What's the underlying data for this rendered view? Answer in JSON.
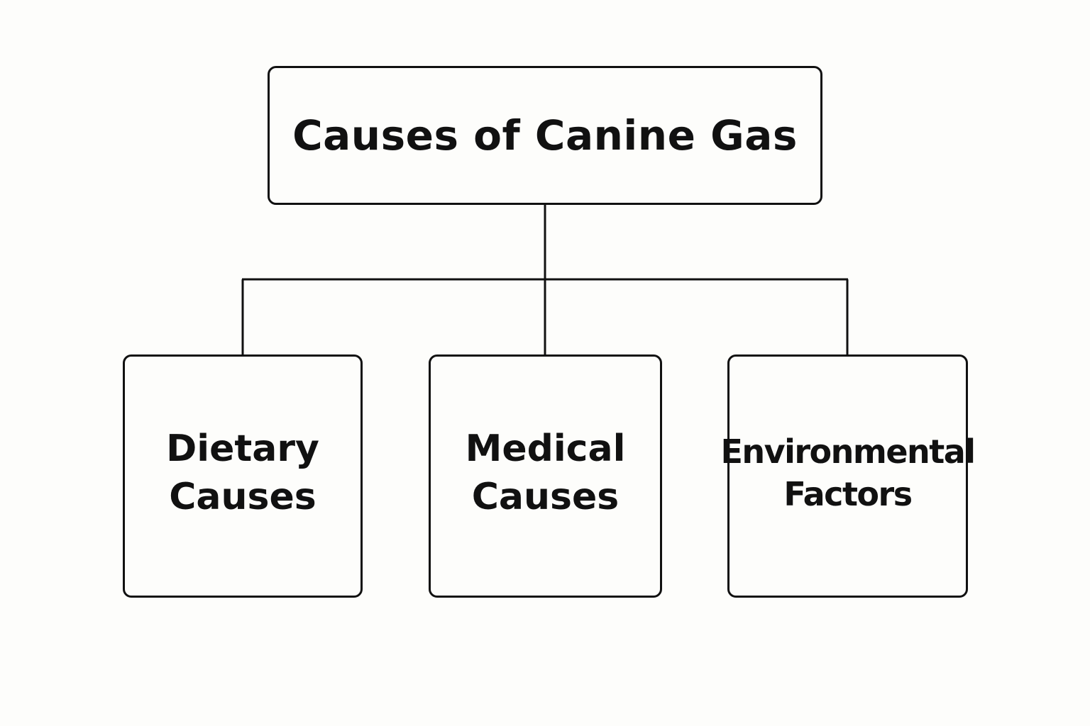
{
  "diagram": {
    "root": {
      "label": "Causes of Canine Gas"
    },
    "children": [
      {
        "label": "Dietary\nCauses"
      },
      {
        "label": "Medical\nCauses"
      },
      {
        "label": "Environmental\nFactors"
      }
    ]
  },
  "colors": {
    "stroke": "#111111",
    "background": "#fdfdfb",
    "text": "#111111"
  }
}
